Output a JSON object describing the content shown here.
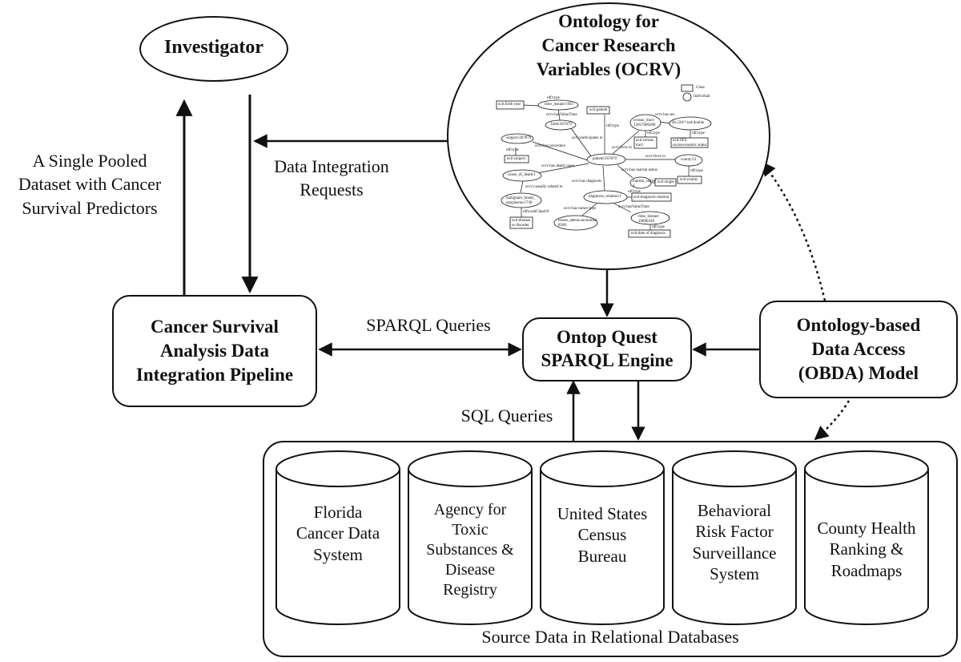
{
  "nodes": {
    "investigator": "Investigator",
    "ocrv_title_lines": [
      "Ontology for",
      "Cancer Research",
      "Variables (OCRV)"
    ],
    "pipeline_lines": [
      "Cancer Survival",
      "Analysis Data",
      "Integration Pipeline"
    ],
    "ontop_lines": [
      "Ontop Quest",
      "SPARQL Engine"
    ],
    "obda_lines": [
      "Ontology-based",
      "Data Access",
      "(OBDA) Model"
    ]
  },
  "edges": {
    "pooled_dataset_lines": [
      "A Single Pooled",
      "Dataset with Cancer",
      "Survival Predictors"
    ],
    "integration_requests_lines": [
      "Data Integration",
      "Requests"
    ],
    "sparql_queries": "SPARQL Queries",
    "sql_queries": "SQL Queries"
  },
  "databases": {
    "caption": "Source Data in Relational Databases",
    "items": [
      {
        "lines": [
          "Florida",
          "Cancer Data",
          "System"
        ]
      },
      {
        "lines": [
          "Agency for",
          "Toxic",
          "Substances &",
          "Disease",
          "Registry"
        ]
      },
      {
        "lines": [
          "United States",
          "Census",
          "Bureau"
        ]
      },
      {
        "lines": [
          "Behavioral",
          "Risk Factor",
          "Surveillance",
          "System"
        ]
      },
      {
        "lines": [
          "County Health",
          "Ranking &",
          "Roadmaps"
        ]
      }
    ]
  },
  "ontology_graph": {
    "legend": {
      "class": "Class",
      "individual": "Individual"
    },
    "nodes": {
      "birth_year_class": "ncit:birth year",
      "time_instant_1941": "time_instant/1941",
      "birth_node": "birth/267879",
      "surgery_node": "surgery/267879",
      "surgery_class": "ncit:surgery",
      "patient_class": "ncit:patient",
      "census_tract_node": "census_tract/ 12057000200",
      "ses_value": "46.22d^^xsd:double",
      "census_tract_class": "ncit:census tract",
      "ses_class": "ncit:SES socioeconomic status",
      "patient_node": "patient/267879",
      "county_node": "county/51",
      "county_class": "ncit:county",
      "cause_of_death_node": "cause_of_death/1",
      "marital_status_node": "marital_status/ 4",
      "single_class": "ncit:single",
      "malignant_node": "malignant_breast_ neoplasms/1749",
      "diagnosis_relation_node": "diagnosis_relation/1",
      "diagnosis_relation_class": "ncit:diagnosis relation",
      "disease_class": "ncit:disease or disorder",
      "time_instant_diag": "time_instant/ 19890328",
      "breast_adeno_node": "breast_adenocarcinoma/ 8500",
      "date_of_diagnosis_class": "ncit:date of diagnosis"
    },
    "edges": {
      "rdf_type": "rdf:type",
      "has_value_time": "ocrv:hasValueTime",
      "participates_in": "ocrv:participates in",
      "has_procedure": "ocrv:has procedure",
      "lives_in_1": "ocrv:lives in",
      "lives_in_2": "ocrv:lives in",
      "has_ses": "ocrv:has ses",
      "has_death_cause": "ocrv:has death cause",
      "causally_related": "ocrv:causally related to",
      "has_marital_status": "ocrv:has marital status",
      "has_diagnosis": "ocrv:has diagnosis",
      "has_tumor_type": "ocrv:has tumor type",
      "subclass_of": "rdfs:subClassOf"
    }
  }
}
